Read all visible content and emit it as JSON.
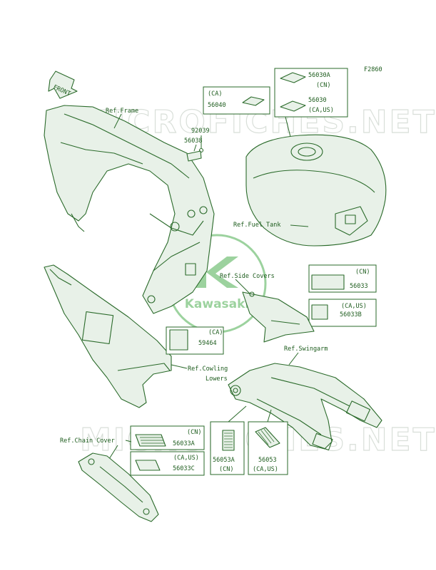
{
  "figure_code": "F2860",
  "arrow_label": "FRONT",
  "watermark_text": "MICROFICHES.NET",
  "logo": {
    "text": "Kawasaki",
    "color": "#4caf50"
  },
  "colors": {
    "line": "#2a6a2a",
    "text": "#1d5c1d",
    "fill": "#e8f1e8"
  },
  "refs": {
    "frame": "Ref.Frame",
    "fuel_tank": "Ref.Fuel Tank",
    "side_covers": "Ref.Side Covers",
    "swingarm": "Ref.Swingarm",
    "cowling_1": "Ref.Cowling",
    "cowling_2": "Lowers",
    "chain_cover": "Ref.Chain Cover"
  },
  "parts": {
    "p92039": "92039",
    "p56038": "56038",
    "p56040": {
      "region": "(CA)",
      "num": "56040"
    },
    "p56030a": {
      "num": "56030A",
      "region": "(CN)"
    },
    "p56030": {
      "num": "56030",
      "region": "(CA,US)"
    },
    "p56033": {
      "region": "(CN)",
      "num": "56033"
    },
    "p56033b": {
      "region": "(CA,US)",
      "num": "56033B"
    },
    "p59464": {
      "region": "(CA)",
      "num": "59464"
    },
    "p56033a": {
      "region": "(CN)",
      "num": "56033A"
    },
    "p56033c": {
      "region": "(CA,US)",
      "num": "56033C"
    },
    "p56053a": {
      "num": "56053A",
      "region": "(CN)"
    },
    "p56053": {
      "num": "56053",
      "region": "(CA,US)"
    }
  }
}
